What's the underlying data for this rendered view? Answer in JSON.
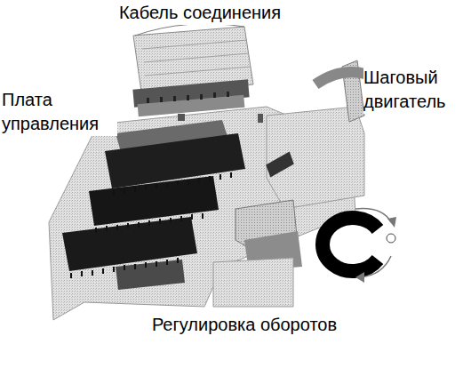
{
  "diagram": {
    "labels": [
      "Кабель соединения",
      "Шаговый двигатель",
      "Плата управления",
      "Регулировка оборотов"
    ]
  }
}
